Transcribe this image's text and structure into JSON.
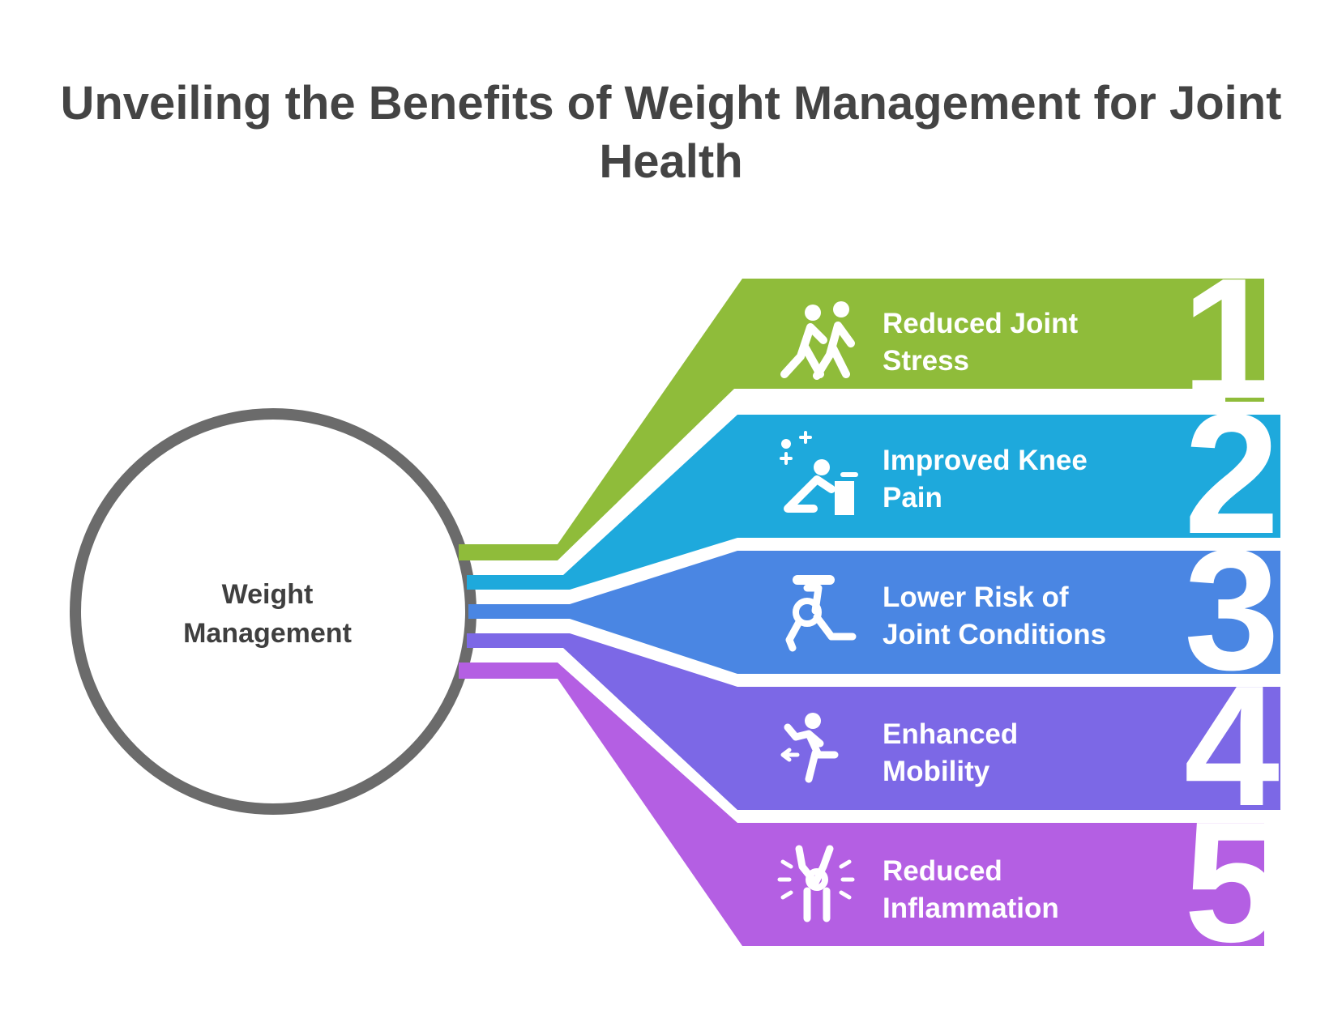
{
  "title": {
    "line1": "Unveiling the Benefits of Weight Management for Joint",
    "line2": "Health"
  },
  "hub": {
    "line1": "Weight",
    "line2": "Management"
  },
  "colors": {
    "hub_ring": "#6b6b6b",
    "green": "#8fbc3a",
    "cyan": "#1ea9dc",
    "blue": "#4a86e3",
    "indigo": "#7c68e6",
    "violet": "#b45fe3"
  },
  "items": [
    {
      "number": "1",
      "line1": "Reduced Joint",
      "line2": "Stress",
      "icon": "two-people-walking-icon"
    },
    {
      "number": "2",
      "line1": "Improved Knee",
      "line2": "Pain",
      "icon": "person-kneeling-icon"
    },
    {
      "number": "3",
      "line1": "Lower Risk of",
      "line2": "Joint Conditions",
      "icon": "knee-joint-icon"
    },
    {
      "number": "4",
      "line1": "Enhanced",
      "line2": "Mobility",
      "icon": "running-person-icon"
    },
    {
      "number": "5",
      "line1": "Reduced",
      "line2": "Inflammation",
      "icon": "inflamed-joint-icon"
    }
  ]
}
